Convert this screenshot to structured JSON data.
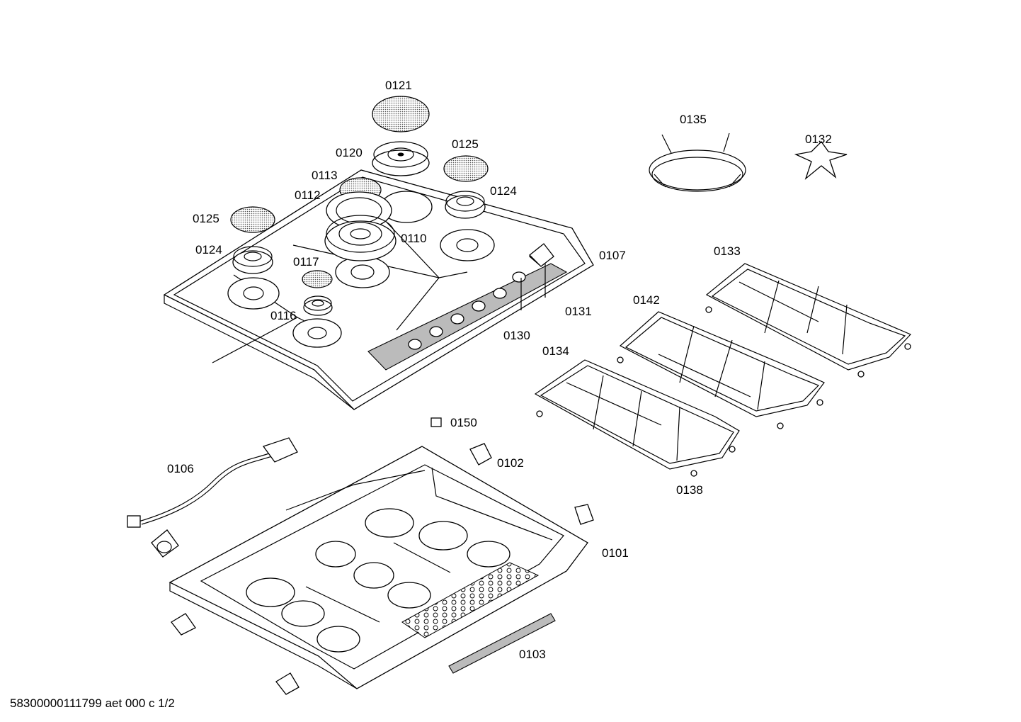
{
  "footer": {
    "code": "58300000111799 aet 000 c 1/2"
  },
  "labels": {
    "p0121": "0121",
    "p0120": "0120",
    "p0125a": "0125",
    "p0113": "0113",
    "p0124a": "0124",
    "p0112": "0112",
    "p0125b": "0125",
    "p0110": "0110",
    "p0124b": "0124",
    "p0107": "0107",
    "p0117": "0117",
    "p0131": "0131",
    "p0116": "0116",
    "p0130": "0130",
    "p0135": "0135",
    "p0132": "0132",
    "p0133": "0133",
    "p0142": "0142",
    "p0134": "0134",
    "p0138": "0138",
    "p0150": "0150",
    "p0102": "0102",
    "p0106": "0106",
    "p0101": "0101",
    "p0103": "0103"
  }
}
